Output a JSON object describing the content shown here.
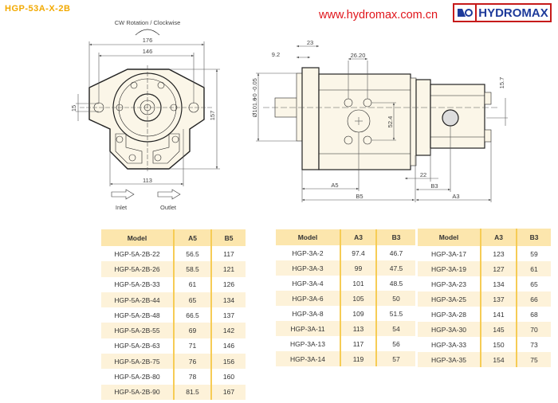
{
  "header": {
    "title": "HGP-53A-X-2B",
    "url": "www.hydromax.com.cn",
    "logo_text": "HYDROMAX"
  },
  "front_view": {
    "rotation": "CW Rotation / Clockwise",
    "dim_176": "176",
    "dim_146": "146",
    "dim_15": "15",
    "dim_157": "157",
    "dim_113": "113",
    "inlet": "Inlet",
    "outlet": "Outlet"
  },
  "side_view": {
    "dim_23": "23",
    "dim_9_2": "9.2",
    "dim_26_20": "26.20",
    "dim_dia": "Ø101.6",
    "dim_tol": "+0 -0.05",
    "dim_52_4": "52.4",
    "dim_15_7": "15.7",
    "dim_22": "22",
    "dim_b3": "B3",
    "dim_a3": "A3",
    "dim_a5": "A5",
    "dim_b5": "B5"
  },
  "table1": {
    "headers": [
      "Model",
      "A5",
      "B5"
    ],
    "rows": [
      [
        "HGP-5A-2B-22",
        "56.5",
        "117"
      ],
      [
        "HGP-5A-2B-26",
        "58.5",
        "121"
      ],
      [
        "HGP-5A-2B-33",
        "61",
        "126"
      ],
      [
        "HGP-5A-2B-44",
        "65",
        "134"
      ],
      [
        "HGP-5A-2B-48",
        "66.5",
        "137"
      ],
      [
        "HGP-5A-2B-55",
        "69",
        "142"
      ],
      [
        "HGP-5A-2B-63",
        "71",
        "146"
      ],
      [
        "HGP-5A-2B-75",
        "76",
        "156"
      ],
      [
        "HGP-5A-2B-80",
        "78",
        "160"
      ],
      [
        "HGP-5A-2B-90",
        "81.5",
        "167"
      ]
    ]
  },
  "table2": {
    "headers": [
      "Model",
      "A3",
      "B3"
    ],
    "rows": [
      [
        "HGP-3A-2",
        "97.4",
        "46.7"
      ],
      [
        "HGP-3A-3",
        "99",
        "47.5"
      ],
      [
        "HGP-3A-4",
        "101",
        "48.5"
      ],
      [
        "HGP-3A-6",
        "105",
        "50"
      ],
      [
        "HGP-3A-8",
        "109",
        "51.5"
      ],
      [
        "HGP-3A-11",
        "113",
        "54"
      ],
      [
        "HGP-3A-13",
        "117",
        "56"
      ],
      [
        "HGP-3A-14",
        "119",
        "57"
      ]
    ]
  },
  "table3": {
    "headers": [
      "Model",
      "A3",
      "B3"
    ],
    "rows": [
      [
        "HGP-3A-17",
        "123",
        "59"
      ],
      [
        "HGP-3A-19",
        "127",
        "61"
      ],
      [
        "HGP-3A-23",
        "134",
        "65"
      ],
      [
        "HGP-3A-25",
        "137",
        "66"
      ],
      [
        "HGP-3A-28",
        "141",
        "68"
      ],
      [
        "HGP-3A-30",
        "145",
        "70"
      ],
      [
        "HGP-3A-33",
        "150",
        "73"
      ],
      [
        "HGP-3A-35",
        "154",
        "75"
      ]
    ]
  }
}
